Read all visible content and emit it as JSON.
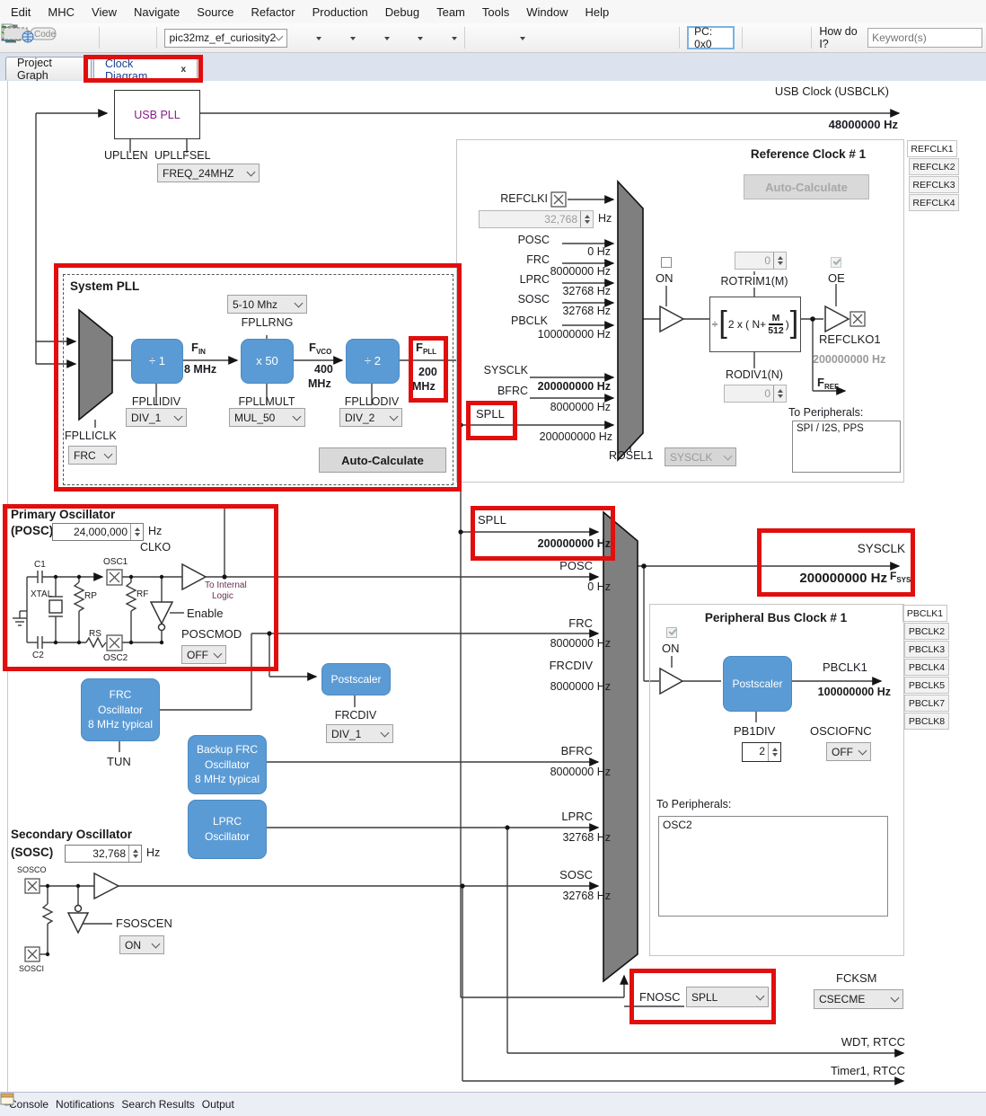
{
  "menu": [
    "Edit",
    "MHC",
    "View",
    "Navigate",
    "Source",
    "Refactor",
    "Production",
    "Debug",
    "Team",
    "Tools",
    "Window",
    "Help"
  ],
  "toolbar": {
    "project": "pic32mz_ef_curiosity2",
    "code": "Code",
    "pc": "PC: 0x0",
    "howdoi": "How do I?",
    "keyword": "Keyword(s)"
  },
  "tabs": {
    "project_graph": "Project Graph",
    "clock_diagram": "Clock Diagram",
    "close": "x"
  },
  "usb": {
    "box": "USB PLL",
    "upllen": "UPLLEN",
    "upllfsel": "UPLLFSEL",
    "freq_sel": "FREQ_24MHZ",
    "clock": "USB Clock (USBCLK)",
    "clock_f": "48000000 Hz"
  },
  "refclk_tabs": [
    "REFCLK1",
    "REFCLK2",
    "REFCLK3",
    "REFCLK4"
  ],
  "pbclk_tabs": [
    "PBCLK1",
    "PBCLK2",
    "PBCLK3",
    "PBCLK4",
    "PBCLK5",
    "PBCLK7",
    "PBCLK8"
  ],
  "ref1": {
    "title": "Reference Clock # 1",
    "autocalc": "Auto-Calculate",
    "refclki": "REFCLKI",
    "refclki_v": "32,768",
    "hz": "Hz",
    "posc": "POSC",
    "posc_f": "0 Hz",
    "frc": "FRC",
    "frc_f": "8000000 Hz",
    "lprc": "LPRC",
    "lprc_f": "32768 Hz",
    "sosc": "SOSC",
    "sosc_f": "32768 Hz",
    "pbclk": "PBCLK",
    "pbclk_f": "100000000 Hz",
    "sysclk": "SYSCLK",
    "sysclk_f": "200000000 Hz",
    "bfrc": "BFRC",
    "bfrc_f": "8000000 Hz",
    "spll": "SPLL",
    "spll_f": "200000000 Hz",
    "on": "ON",
    "oe": "OE",
    "rotrim": "ROTRIM1(M)",
    "rotrim_v": "0",
    "rodiv": "RODIV1(N)",
    "rodiv_v": "0",
    "f_div": "÷",
    "f_open": "[",
    "f_lead": "2 x ( N+",
    "f_num": "M",
    "f_den": "512",
    "f_close": ")",
    "f_end": "]",
    "refclko": "REFCLKO1",
    "refclko_f": "200000000 Hz",
    "fref": "F",
    "fref_s": "REF",
    "rosel": "ROSEL1",
    "rosel_v": "SYSCLK",
    "to_p": "To Peripherals:",
    "periph": "SPI / I2S, PPS"
  },
  "spll": {
    "l1": "SPLL",
    "f1": "200000000 Hz",
    "l2": "SPLL",
    "f2": "200000000 Hz"
  },
  "syspll": {
    "title": "System PLL",
    "rng_v": "5-10 Mhz",
    "rng": "FPLLRNG",
    "b1": "÷ 1",
    "b2": "x  50",
    "b3": "÷ 2",
    "fin": "F",
    "fin_s": "IN",
    "fin_f": "8 MHz",
    "fvco": "F",
    "fvco_s": "VCO",
    "fvco_f1": "400",
    "fvco_f2": "MHz",
    "fpll": "F",
    "fpll_s": "PLL",
    "fpll_f1": "200",
    "fpll_f2": "MHz",
    "idiv": "FPLLIDIV",
    "idiv_v": "DIV_1",
    "mult": "FPLLMULT",
    "mult_v": "MUL_50",
    "odiv": "FPLLODIV",
    "odiv_v": "DIV_2",
    "iclk": "FPLLICLK",
    "iclk_v": "FRC",
    "autocalc": "Auto-Calculate"
  },
  "posc": {
    "t1": "Primary Oscillator",
    "t2": "(POSC)",
    "v": "24,000,000",
    "hz": "Hz",
    "clko": "CLKO",
    "c1": "C1",
    "c2": "C2",
    "xtal": "XTAL",
    "rp": "RP",
    "rs": "RS",
    "rf": "RF",
    "osc1": "OSC1",
    "osc2": "OSC2",
    "toint1": "To Internal",
    "toint2": "Logic",
    "enable": "Enable",
    "mod": "POSCMOD",
    "mod_v": "OFF"
  },
  "mid": {
    "posc": "POSC",
    "posc_f": "0 Hz",
    "frc": "FRC",
    "frc_f": "8000000 Hz",
    "frcdiv": "FRCDIV",
    "frcdiv_f": "8000000 Hz",
    "bfrc": "BFRC",
    "bfrc_f": "8000000 Hz",
    "lprc": "LPRC",
    "lprc_f": "32768 Hz",
    "sosc": "SOSC",
    "sosc_f": "32768 Hz"
  },
  "sysclk": {
    "l": "SYSCLK",
    "f": "200000000 Hz",
    "fs": "F",
    "fs_s": "SYS"
  },
  "oscb": {
    "frc1": "FRC",
    "frc2": "Oscillator",
    "frc3": "8 MHz typical",
    "tun": "TUN",
    "b1": "Backup FRC",
    "b2": "Oscillator",
    "b3": "8 MHz typical",
    "l1": "LPRC",
    "l2": "Oscillator",
    "post": "Postscaler",
    "frcdiv": "FRCDIV",
    "frcdiv_v": "DIV_1"
  },
  "sosc": {
    "t1": "Secondary Oscillator",
    "t2": "(SOSC)",
    "v": "32,768",
    "hz": "Hz",
    "sosco": "SOSCO",
    "sosci": "SOSCI",
    "fso": "FSOSCEN",
    "fso_v": "ON"
  },
  "pb1": {
    "title": "Peripheral Bus Clock # 1",
    "on": "ON",
    "post": "Postscaler",
    "out": "PBCLK1",
    "out_f": "100000000 Hz",
    "div": "PB1DIV",
    "div_v": "2",
    "oscio": "OSCIOFNC",
    "oscio_v": "OFF",
    "to_p": "To Peripherals:",
    "periph": "OSC2"
  },
  "fnosc": {
    "l": "FNOSC",
    "v": "SPLL"
  },
  "fcksm": {
    "l": "FCKSM",
    "v": "CSECME"
  },
  "out": {
    "wdt": "WDT, RTCC",
    "timer": "Timer1, RTCC"
  },
  "status": [
    "Console",
    "Notifications",
    "Search Results",
    "Output"
  ]
}
